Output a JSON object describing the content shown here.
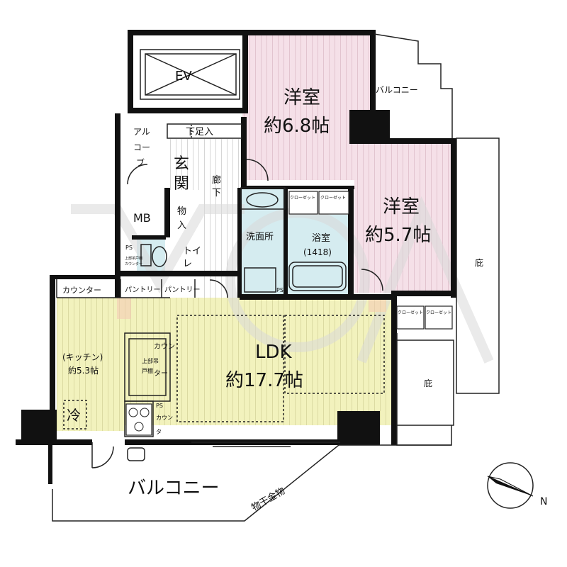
{
  "watermark": "YOA",
  "rooms": {
    "elevator": "EV",
    "western_room_1": {
      "name": "洋室",
      "size": "約6.8帖"
    },
    "western_room_2": {
      "name": "洋室",
      "size": "約5.7帖"
    },
    "balcony_upper": "バルコニー",
    "alcove": [
      "アル",
      "コー",
      "ブ"
    ],
    "shoe_storage": "下足入",
    "entrance": [
      "玄",
      "関"
    ],
    "corridor": [
      "廊",
      "下"
    ],
    "closet_1": "クローゼット",
    "closet_2": "クローゼット",
    "closet_3": "クローゼット",
    "closet_4": "クローゼット",
    "mb": "MB",
    "storage": [
      "物",
      "入"
    ],
    "washroom": "洗面所",
    "bathroom": {
      "name": "浴室",
      "size": "(1418)"
    },
    "ps_1": "PS",
    "ps_2": "PS",
    "ps_3": "PS",
    "upper_cabinet_small": [
      "上部吊戸棚",
      "カウンター"
    ],
    "toilet": [
      "トイ",
      "レ"
    ],
    "counter_top": "カウンター",
    "pantry_1": "パントリー",
    "pantry_2": "パントリー",
    "garden_1": "庇",
    "garden_2": "庇",
    "ldk": {
      "name": "LDK",
      "size": "約17.7帖"
    },
    "kitchen": {
      "name": "(キッチン)",
      "size": "約5.3帖"
    },
    "upper_cabinet": [
      "上部吊",
      "戸棚"
    ],
    "counter_vertical": [
      "カウン",
      "ター"
    ],
    "counter_small": [
      "カウン",
      "タ"
    ],
    "fridge": "冷",
    "balcony_lower": "バルコニー",
    "laundry_hardware": "物干金物"
  },
  "compass": {
    "north": "N"
  },
  "colors": {
    "western_room": "#f3dbe4",
    "ldk": "#f0f0b6",
    "wall": "#111111",
    "wet_area": "#d5ecf0",
    "watermark": "#d9d9d9",
    "watermark_accent": "#f4d7c8"
  }
}
